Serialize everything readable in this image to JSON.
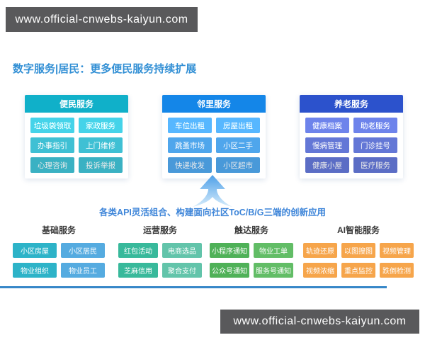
{
  "watermarks": {
    "top": "www.official-cnwebs-kaiyun.com",
    "bottom": "www.official-cnwebs-kaiyun.com"
  },
  "title": "数字服务|居民：更多便民服务持续扩展",
  "caption": "各类API灵活组合、构建面向社区ToC/B/G三端的创新应用",
  "panels": [
    {
      "title": "便民服务",
      "header_color": "#10b0c9",
      "item_color": "#3fc0d4",
      "items": [
        "垃圾袋领取",
        "家政服务",
        "办事指引",
        "上门维修",
        "心理咨询",
        "投诉举报"
      ]
    },
    {
      "title": "邻里服务",
      "header_color": "#1486e8",
      "item_color": "#4fa6ec",
      "items": [
        "车位出租",
        "房屋出租",
        "跳蚤市场",
        "小区二手",
        "快递收发",
        "小区超市"
      ]
    },
    {
      "title": "养老服务",
      "header_color": "#2c52cc",
      "item_color": "#6377d6",
      "items": [
        "健康档案",
        "助老服务",
        "慢病管理",
        "门诊挂号",
        "健康小屋",
        "医疗服务"
      ]
    }
  ],
  "groups": [
    {
      "title": "基础服务",
      "item_colors": [
        "#2db3c8",
        "#55abe0",
        "#2db3c8",
        "#55abe0"
      ],
      "items": [
        "小区房屋",
        "小区居民",
        "物业组织",
        "物业员工"
      ]
    },
    {
      "title": "运营服务",
      "item_colors": [
        "#38b99b",
        "#62c4aa",
        "#38b99b",
        "#62c4aa"
      ],
      "items": [
        "红包活动",
        "电商选品",
        "芝麻信用",
        "聚合支付"
      ]
    },
    {
      "title": "触达服务",
      "item_colors": [
        "#4fb158",
        "#62bd66",
        "#4fb158",
        "#62bd66"
      ],
      "items": [
        "小程序通知",
        "物业工单",
        "公众号通知",
        "服务号通知"
      ]
    },
    {
      "title": "AI智能服务",
      "item_colors": [
        "#f6a54b",
        "#f6a54b",
        "#f6a54b",
        "#f6a54b",
        "#f6a54b",
        "#f6a54b"
      ],
      "items": [
        "轨迹还原",
        "以图搜图",
        "视频管理",
        "视频浓缩",
        "重点监控",
        "跌倒检测"
      ]
    }
  ],
  "colors": {
    "title_text": "#3390d5",
    "caption_text": "#3f86d9",
    "divider_line": "#3787c8",
    "banner_background": "#59595b",
    "arrow_top": "#4d9fe8",
    "arrow_bottom": "#d6ecfb"
  }
}
